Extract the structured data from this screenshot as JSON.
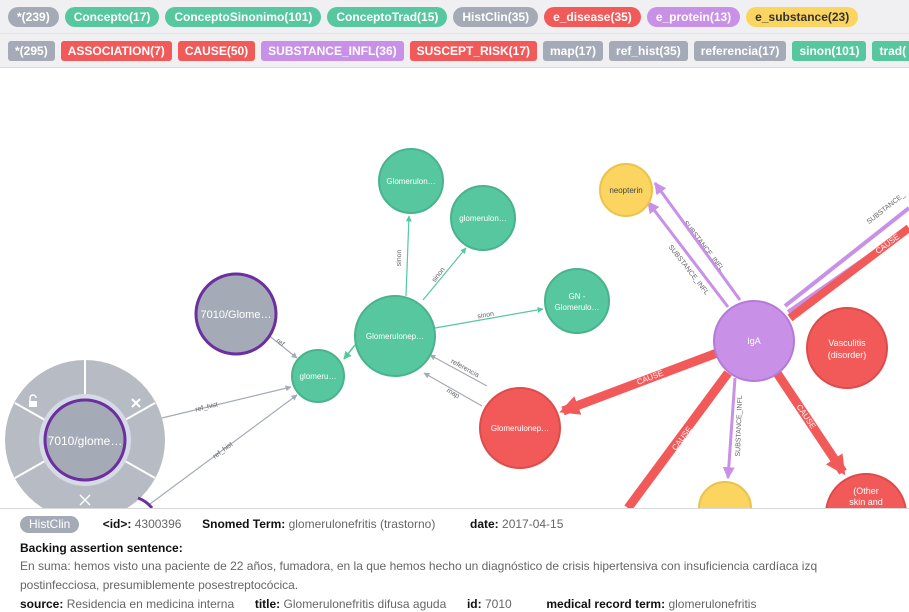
{
  "colors": {
    "grey": "#a5abb6",
    "green": "#57c7a0",
    "red": "#f25a5a",
    "violet": "#c990e8",
    "yellow": "#fbd560",
    "node_grey": "#a5abb6",
    "ring_grey": "#b7bbc3",
    "node_border_purple": "#6b2fa0"
  },
  "labels_bar": [
    {
      "text": "*(239)",
      "color": "#a5abb6"
    },
    {
      "text": "Concepto(17)",
      "color": "#57c7a0"
    },
    {
      "text": "ConceptoSinonimo(101)",
      "color": "#57c7a0"
    },
    {
      "text": "ConceptoTrad(15)",
      "color": "#57c7a0"
    },
    {
      "text": "HistClin(35)",
      "color": "#a5abb6"
    },
    {
      "text": "e_disease(35)",
      "color": "#f25a5a"
    },
    {
      "text": "e_protein(13)",
      "color": "#c990e8"
    },
    {
      "text": "e_substance(23)",
      "color": "#fbd560",
      "dark": true
    }
  ],
  "reltypes_bar": [
    {
      "text": "*(295)",
      "color": "#a5abb6"
    },
    {
      "text": "ASSOCIATION(7)",
      "color": "#f25a5a"
    },
    {
      "text": "CAUSE(50)",
      "color": "#f25a5a"
    },
    {
      "text": "SUBSTANCE_INFL(36)",
      "color": "#c990e8"
    },
    {
      "text": "SUSCEPT_RISK(17)",
      "color": "#f25a5a"
    },
    {
      "text": "map(17)",
      "color": "#a5abb6"
    },
    {
      "text": "ref_hist(35)",
      "color": "#a5abb6"
    },
    {
      "text": "referencia(17)",
      "color": "#a5abb6"
    },
    {
      "text": "sinon(101)",
      "color": "#57c7a0"
    },
    {
      "text": "trad(",
      "color": "#57c7a0"
    }
  ],
  "graph": {
    "nodes": {
      "glom_top": "Glomerulon…",
      "glom_right": "glomerulon…",
      "gn": "GN -",
      "gn2": "Glomerulo…",
      "glom_center": "Glomerulonep…",
      "glom_small": "glomeru…",
      "histclin_top": "7010/Glome…",
      "histclin_selected": "7010/glome…",
      "glom_red": "Glomerulonep…",
      "neopterin": "neopterin",
      "iga": "IgA",
      "vasculitis_1": "Vasculitis",
      "vasculitis_2": "(disorder)",
      "other_1": "(Other",
      "other_2": "skin and"
    },
    "edges": {
      "sinon": "sinon",
      "ref": "ref",
      "ref_hist": "ref_hist",
      "referencia": "referencia",
      "map": "map",
      "substance_infl": "SUBSTANCE_INFL",
      "substance_short": "SUBSTANCE_",
      "cause": "CAUSE"
    },
    "ring_menu": {
      "lock_icon": "lock-icon",
      "close_icon": "close-icon",
      "expand_icon": "expand-icon"
    }
  },
  "inspector": {
    "label_pill": "HistClin",
    "id_key": "<id>:",
    "id_value": "4300396",
    "snomed_key": "Snomed Term:",
    "snomed_value": "glomerulonefritis (trastorno)",
    "date_key": "date:",
    "date_value": "2017-04-15",
    "backing_key": "Backing assertion sentence:",
    "sentence_line1": "En suma: hemos visto una paciente de 22 años, fumadora, en la que hemos hecho un diagnóstico de crisis hipertensiva con insuficiencia cardíaca izq",
    "sentence_line2": "postinfecciosa, presumiblemente posestreptocócica.",
    "source_key": "source:",
    "source_value": "Residencia en medicina interna",
    "title_key": "title:",
    "title_value": "Glomerulonefritis difusa aguda",
    "id2_key": "id:",
    "id2_value": "7010",
    "mrt_key": "medical record term:",
    "mrt_value": "glomerulonefritis"
  }
}
